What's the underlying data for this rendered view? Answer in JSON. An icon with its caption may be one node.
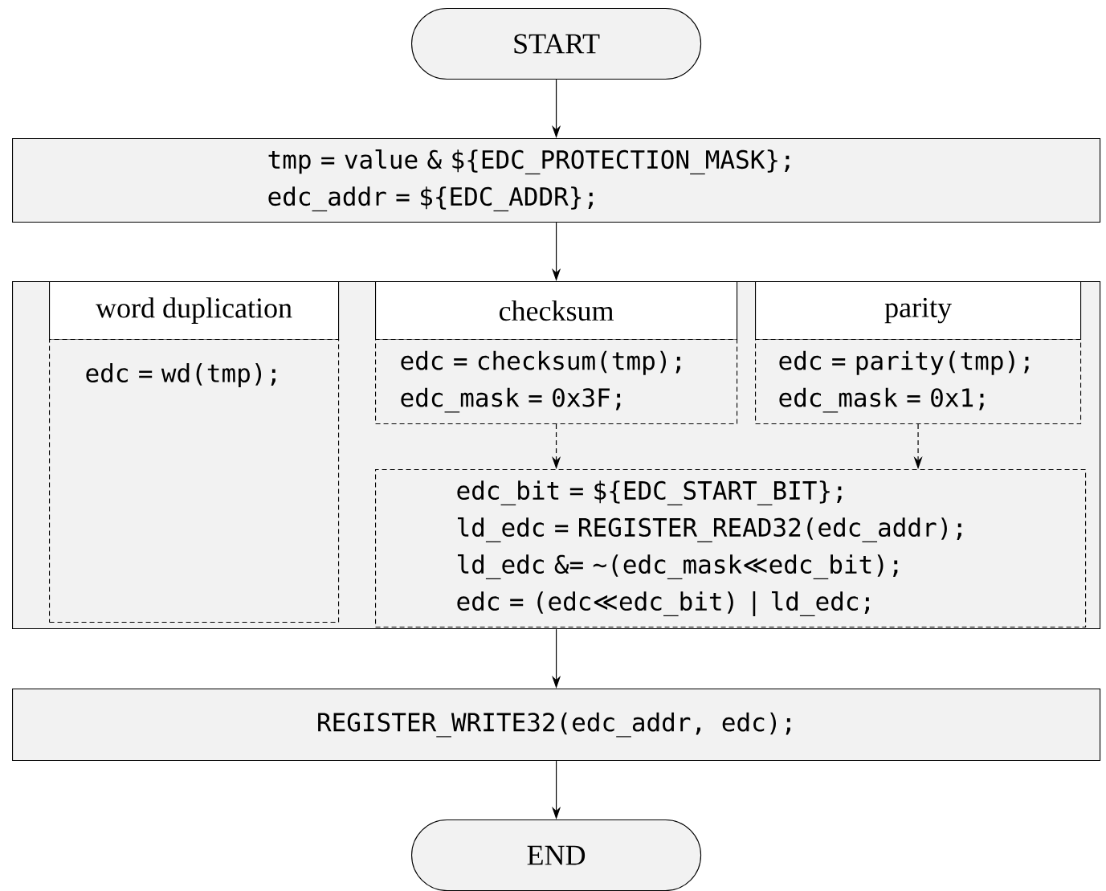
{
  "diagram": {
    "nodes": [
      {
        "text": [
          "START"
        ]
      },
      {
        "text": [
          "tmp = value & ${EDC_PROTECTION_MASK};",
          "edc_addr = ${EDC_ADDR};"
        ]
      },
      {
        "text": [],
        "shape": "box"
      },
      {
        "text": [
          "word duplication"
        ],
        "in": 2
      },
      {
        "text": [
          "edc = wd(tmp);"
        ],
        "in": 2
      },
      {
        "text": [
          "checksum"
        ],
        "in": 2
      },
      {
        "text": [
          "edc = checksum(tmp);",
          "edc_mask = 0x3F;"
        ],
        "in": 2
      },
      {
        "text": [
          "parity"
        ],
        "in": 2
      },
      {
        "text": [
          "edc = parity(tmp);",
          "edc_mask = 0x1;"
        ],
        "in": 2
      },
      {
        "text": [
          "edc_bit = ${EDC_START_BIT};",
          "ld_edc = REGISTER_READ32(edc_addr);",
          "ld_edc &= ~(edc_mask≪edc_bit);",
          "edc = (edc≪edc_bit) | ld_edc;"
        ],
        "in": 2
      },
      {
        "text": [
          "REGISTER_WRITE32(edc_addr, edc);"
        ]
      },
      {
        "text": [
          "END"
        ]
      }
    ],
    "edges": [
      {
        "from": 0,
        "to": 1,
        "arrow": "to"
      },
      {
        "from": 1,
        "to": 2,
        "arrow": "to"
      },
      {
        "from": 6,
        "to": 9,
        "arrow": "to",
        "style": "dashed"
      },
      {
        "from": 8,
        "to": 9,
        "arrow": "to",
        "style": "dashed"
      },
      {
        "from": 2,
        "to": 10,
        "arrow": "to"
      },
      {
        "from": 10,
        "to": 11,
        "arrow": "to"
      }
    ]
  }
}
